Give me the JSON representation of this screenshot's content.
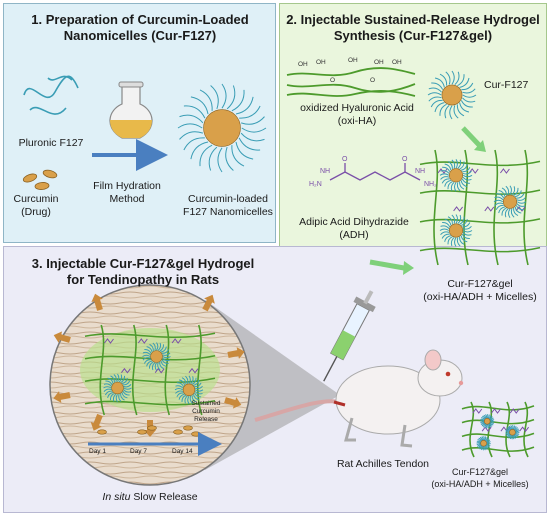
{
  "panel1": {
    "title_line1": "1. Preparation of Curcumin-Loaded",
    "title_line2": "Nanomicelles (Cur-F127)",
    "pluronic": "Pluronic F127",
    "curcumin_line1": "Curcumin",
    "curcumin_line2": "(Drug)",
    "method_line1": "Film Hydration",
    "method_line2": "Method",
    "product_line1": "Curcumin-loaded",
    "product_line2": "F127 Nanomicelles"
  },
  "panel2": {
    "title_line1": "2. Injectable Sustained-Release Hydrogel",
    "title_line2": "Synthesis (Cur-F127&gel)",
    "oxi_line1": "oxidized Hyaluronic Acid",
    "oxi_line2": "(oxi-HA)",
    "cur_f127": "Cur-F127",
    "adh_line1": "Adipic Acid Dihydrazide",
    "adh_line2": "(ADH)",
    "gel_line1": "Cur-F127&gel",
    "gel_line2": "(oxi-HA/ADH + Micelles)",
    "oh_labels": [
      "OH",
      "OH",
      "OH",
      "OH",
      "OH"
    ],
    "o_labels": [
      "O",
      "O"
    ],
    "adh_atoms": [
      "H₂N",
      "NH",
      "NH",
      "NH₂",
      "O",
      "O"
    ]
  },
  "panel3": {
    "title_line1": "3. Injectable Cur-F127&gel Hydrogel",
    "title_line2": "for Tendinopathy in Rats",
    "release_line1": "Sustained",
    "release_line2": "Curcumin",
    "release_line3": "Release",
    "days": [
      "Day 1",
      "Day 7",
      "Day 14"
    ],
    "slow_italic": "In situ",
    "slow_rest": " Slow Release",
    "tendon": "Rat Achilles Tendon",
    "gel_line1": "Cur-F127&gel",
    "gel_line2": "(oxi-HA/ADH + Micelles)"
  },
  "colors": {
    "panel1_bg": "#dff0f7",
    "panel2_bg": "#eaf6dd",
    "panel3_bg": "#ececf7",
    "polymer_teal": "#3a9db5",
    "curcumin": "#d9a04a",
    "hyaluronic_green": "#4d9b2c",
    "adh_purple": "#7a4fa8",
    "arrow_blue": "#4a7fc0",
    "arrow_green": "#7fd07a",
    "release_orange": "#c98a3c"
  }
}
